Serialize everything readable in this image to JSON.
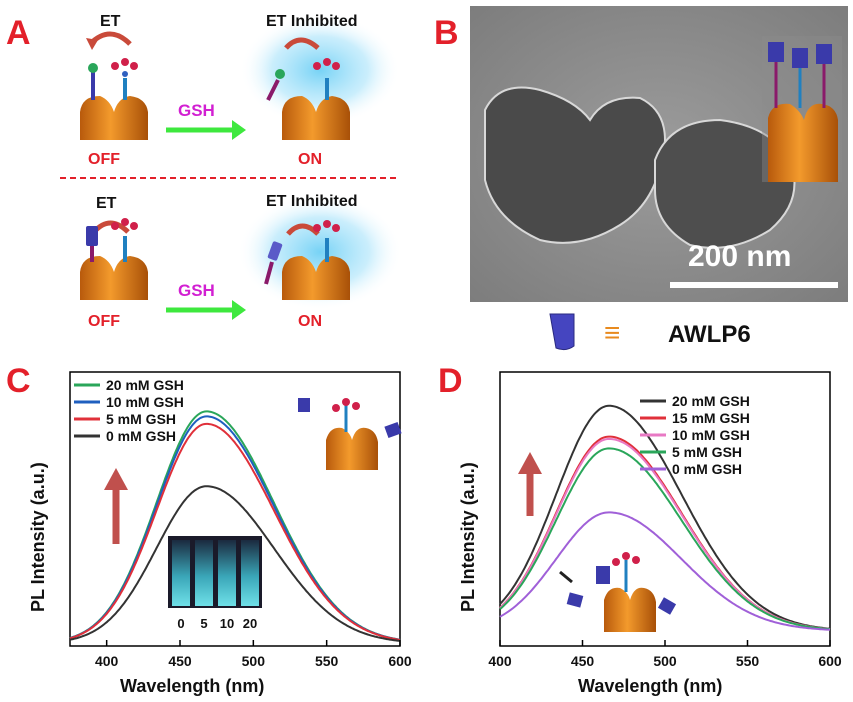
{
  "panels": {
    "a": {
      "letter": "A",
      "top_scheme": {
        "left_label": "ET",
        "arrow_label": "GSH",
        "right_label": "ET Inhibited",
        "state_left": "OFF",
        "state_right": "ON"
      },
      "bottom_scheme": {
        "left_label": "ET",
        "arrow_label": "GSH",
        "right_label": "ET Inhibited",
        "state_left": "OFF",
        "state_right": "ON"
      }
    },
    "b": {
      "letter": "B",
      "scale_bar": "200 nm",
      "legend_symbol_label": "≡",
      "legend_text": "AWLP6"
    },
    "c": {
      "letter": "C",
      "vial_labels": [
        "0",
        "5",
        "10",
        "20"
      ]
    },
    "d": {
      "letter": "D"
    }
  },
  "colors": {
    "panel_letter": "#e3202a",
    "arrow_green": "#3ee83e",
    "gsh_magenta": "#d21fd2",
    "state_red": "#e3202a",
    "glow_blue": "#6fd0f5",
    "carrier_orange": "#e88a1e",
    "cap_blue": "#3a3aaa",
    "up_arrow": "#c0504d"
  },
  "chart_data": [
    {
      "type": "line",
      "panel": "C",
      "xlabel": "Wavelength (nm)",
      "ylabel": "PL Intensity (a.u.)",
      "xlim": [
        375,
        600
      ],
      "xticks": [
        400,
        450,
        500,
        550,
        600
      ],
      "series": [
        {
          "name": "20 mM GSH",
          "color": "#2aa65a",
          "peak_x": 468,
          "peak": 0.93,
          "width_left": 34,
          "width_right": 46
        },
        {
          "name": "10 mM GSH",
          "color": "#1f5fbf",
          "peak_x": 468,
          "peak": 0.91,
          "width_left": 34,
          "width_right": 46
        },
        {
          "name": "5 mM GSH",
          "color": "#e0303a",
          "peak_x": 468,
          "peak": 0.88,
          "width_left": 34,
          "width_right": 46
        },
        {
          "name": "0 mM GSH",
          "color": "#333333",
          "peak_x": 468,
          "peak": 0.63,
          "width_left": 34,
          "width_right": 46
        }
      ]
    },
    {
      "type": "line",
      "panel": "D",
      "xlabel": "Wavelength (nm)",
      "ylabel": "PL Intensity (a.u.)",
      "xlim": [
        400,
        600
      ],
      "xticks": [
        400,
        450,
        500,
        550,
        600
      ],
      "series": [
        {
          "name": "20 mM GSH",
          "color": "#333333",
          "peak_x": 466,
          "peak": 0.95,
          "width_left": 32,
          "width_right": 44
        },
        {
          "name": "15 mM GSH",
          "color": "#e0303a",
          "peak_x": 466,
          "peak": 0.82,
          "width_left": 32,
          "width_right": 44
        },
        {
          "name": "10 mM GSH",
          "color": "#e879c4",
          "peak_x": 466,
          "peak": 0.81,
          "width_left": 32,
          "width_right": 44
        },
        {
          "name": "5 mM GSH",
          "color": "#2aa65a",
          "peak_x": 466,
          "peak": 0.77,
          "width_left": 32,
          "width_right": 44
        },
        {
          "name": "0 mM GSH",
          "color": "#a060d8",
          "peak_x": 466,
          "peak": 0.5,
          "width_left": 32,
          "width_right": 44
        }
      ]
    }
  ]
}
